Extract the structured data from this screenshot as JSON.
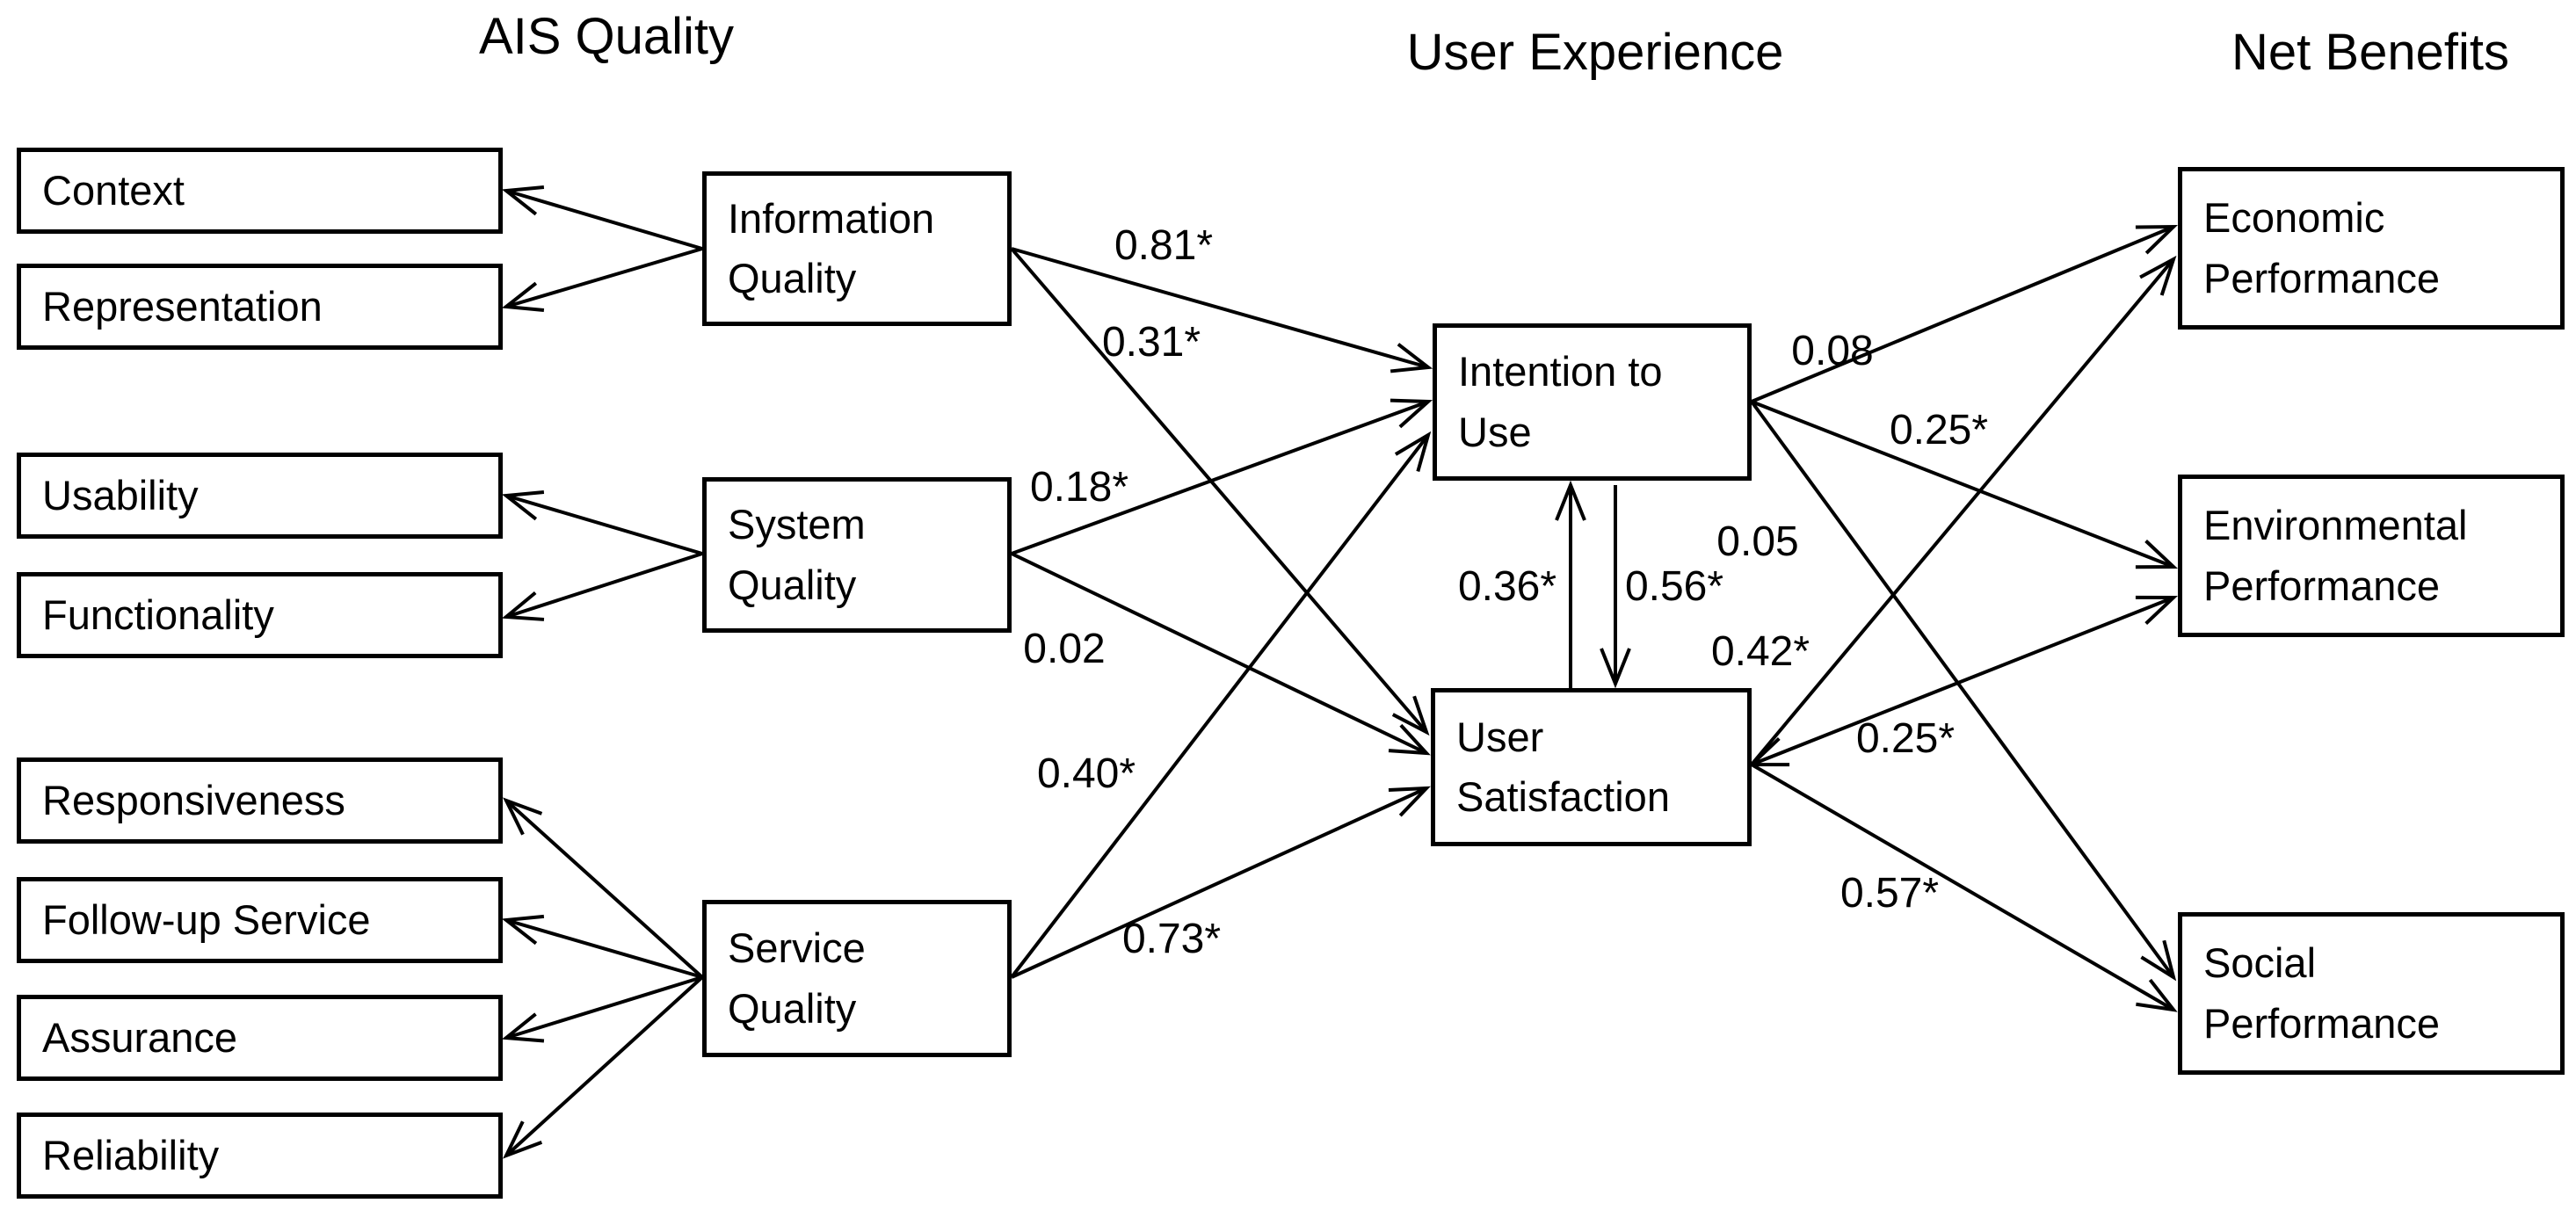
{
  "diagram": {
    "headers": {
      "left": "AIS Quality",
      "middle": "User Experience",
      "right": "Net Benefits"
    },
    "nodes": [
      {
        "id": "context",
        "label": "Context",
        "role": "indicator"
      },
      {
        "id": "representation",
        "label": "Representation",
        "role": "indicator"
      },
      {
        "id": "usability",
        "label": "Usability",
        "role": "indicator"
      },
      {
        "id": "functionality",
        "label": "Functionality",
        "role": "indicator"
      },
      {
        "id": "responsiveness",
        "label": "Responsiveness",
        "role": "indicator"
      },
      {
        "id": "followup",
        "label": "Follow-up Service",
        "role": "indicator"
      },
      {
        "id": "assurance",
        "label": "Assurance",
        "role": "indicator"
      },
      {
        "id": "reliability",
        "label": "Reliability",
        "role": "indicator"
      },
      {
        "id": "iq",
        "label": "Information Quality",
        "role": "latent"
      },
      {
        "id": "sq",
        "label": "System Quality",
        "role": "latent"
      },
      {
        "id": "servq",
        "label": "Service Quality",
        "role": "latent"
      },
      {
        "id": "itu",
        "label": "Intention to Use",
        "role": "latent"
      },
      {
        "id": "us",
        "label": "User Satisfaction",
        "role": "latent"
      },
      {
        "id": "econ",
        "label": "Economic Performance",
        "role": "outcome"
      },
      {
        "id": "env",
        "label": "Environmental Performance",
        "role": "outcome"
      },
      {
        "id": "social",
        "label": "Social Performance",
        "role": "outcome"
      }
    ],
    "edges": [
      {
        "id": "m1",
        "from": "iq",
        "to": "context",
        "label": ""
      },
      {
        "id": "m2",
        "from": "iq",
        "to": "representation",
        "label": ""
      },
      {
        "id": "m3",
        "from": "sq",
        "to": "usability",
        "label": ""
      },
      {
        "id": "m4",
        "from": "sq",
        "to": "functionality",
        "label": ""
      },
      {
        "id": "m5",
        "from": "servq",
        "to": "responsiveness",
        "label": ""
      },
      {
        "id": "m6",
        "from": "servq",
        "to": "followup",
        "label": ""
      },
      {
        "id": "m7",
        "from": "servq",
        "to": "assurance",
        "label": ""
      },
      {
        "id": "m8",
        "from": "servq",
        "to": "reliability",
        "label": ""
      },
      {
        "id": "s1",
        "from": "iq",
        "to": "itu",
        "label": "0.81*"
      },
      {
        "id": "s2",
        "from": "iq",
        "to": "us",
        "label": "0.31*"
      },
      {
        "id": "s3",
        "from": "sq",
        "to": "itu",
        "label": "0.18*"
      },
      {
        "id": "s4",
        "from": "sq",
        "to": "us",
        "label": "0.02"
      },
      {
        "id": "s5",
        "from": "servq",
        "to": "itu",
        "label": "0.40*"
      },
      {
        "id": "s6",
        "from": "servq",
        "to": "us",
        "label": "0.73*"
      },
      {
        "id": "s7",
        "from": "us",
        "to": "itu",
        "label": "0.36*"
      },
      {
        "id": "s8",
        "from": "itu",
        "to": "us",
        "label": "0.56*"
      },
      {
        "id": "s9",
        "from": "itu",
        "to": "econ",
        "label": "0.08"
      },
      {
        "id": "s10",
        "from": "itu",
        "to": "env",
        "label": "0.25*"
      },
      {
        "id": "s11",
        "from": "itu",
        "to": "social",
        "label": "0.05"
      },
      {
        "id": "s12",
        "from": "us",
        "to": "econ",
        "label": "0.42*"
      },
      {
        "id": "s13",
        "from": "us",
        "to": "env",
        "label": "0.25*",
        "arrowheads": "both"
      },
      {
        "id": "s14",
        "from": "us",
        "to": "social",
        "label": "0.57*"
      }
    ]
  },
  "colors": {
    "background": "#ffffff",
    "line": "#000000",
    "box_border": "#000000",
    "box_fill": "#ffffff",
    "text": "#000000"
  }
}
